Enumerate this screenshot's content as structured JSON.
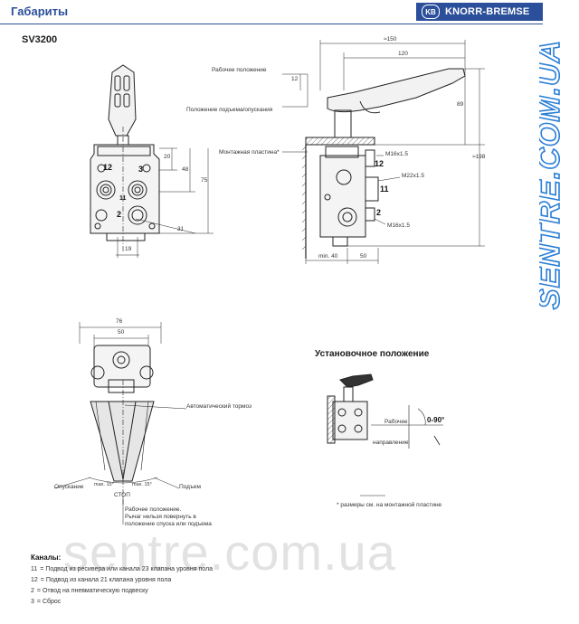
{
  "header": {
    "title": "Габариты",
    "brand": "KNORR-BREMSE"
  },
  "model": "SV3200",
  "side_watermark": "SENTRE.COM.UA",
  "watermark": "sentre.com.ua",
  "side_view": {
    "label_working": "Рабочее положение",
    "label_lift": "Положение подъема/опускания",
    "label_plate": "Монтажная пластина*",
    "dim_150": "≈150",
    "dim_120": "120",
    "dim_12": "12",
    "dim_89": "89",
    "dim_198": "≈198",
    "thread_1": "M16x1.5",
    "thread_2": "M22x1.5",
    "thread_3": "M16x1.5",
    "port_12": "12",
    "port_11": "11",
    "port_2": "2",
    "dim_min40": "min. 40",
    "dim_50": "50"
  },
  "front_view": {
    "port_12": "12",
    "port_3": "3",
    "port_11": "11",
    "port_2": "2",
    "dim_20": "20",
    "dim_48": "48",
    "dim_75": "75",
    "dim_31": "31",
    "dim_19": "19"
  },
  "top_view": {
    "dim_76": "76",
    "dim_50": "50",
    "label_brake": "Автоматический тормоз",
    "label_lower": "Опускание",
    "label_lift": "Подъем",
    "label_stop": "СТОП",
    "label_max15_left": "max. 15°",
    "label_max15_right": "max. 15°",
    "note_line1": "Рабочее положение.",
    "note_line2": "Рычаг нельзя повернуть в",
    "note_line3": "положение спуска или подъема"
  },
  "install": {
    "title": "Установочное положение",
    "label_work": "Рабочее",
    "label_dir": "направление",
    "label_angle": "0-90°"
  },
  "footnote": "* размеры см. на монтажной пластине",
  "legend": {
    "title": "Каналы:",
    "rows": [
      {
        "code": "11",
        "text": "= Подвод из ресивера или канала 23 клапана уровня пола"
      },
      {
        "code": "12",
        "text": "= Подвод из канала 21 клапана уровня пола"
      },
      {
        "code": "2",
        "text": "= Отвод на пневматическую подвеску"
      },
      {
        "code": "3",
        "text": "= Сброс"
      }
    ]
  },
  "colors": {
    "brand_blue": "#2b4f9a",
    "line": "#222222",
    "watermark": "#9a9a9a"
  }
}
